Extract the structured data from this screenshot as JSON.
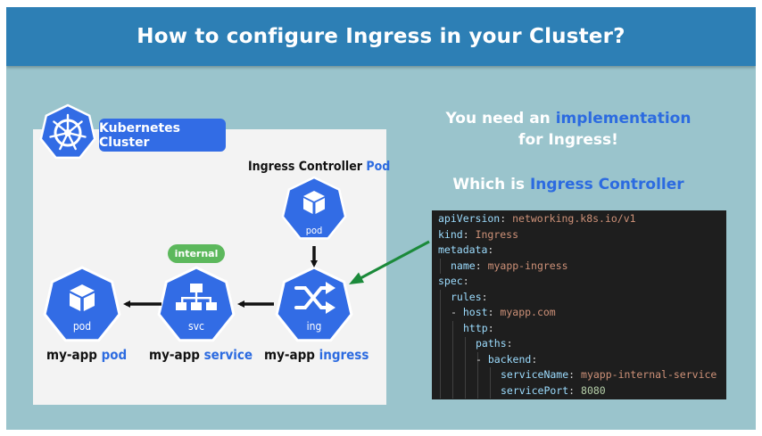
{
  "title": "How to configure Ingress in your Cluster?",
  "cluster": {
    "badge_label": "Kubernetes Cluster",
    "controller_title_prefix": "Ingress Controller ",
    "controller_title_highlight": "Pod",
    "controller_icon_label": "pod",
    "internal_label": "internal",
    "nodes": [
      {
        "icon_label": "pod",
        "name_prefix": "my-app ",
        "name_highlight": "pod"
      },
      {
        "icon_label": "svc",
        "name_prefix": "my-app ",
        "name_highlight": "service"
      },
      {
        "icon_label": "ing",
        "name_prefix": "my-app ",
        "name_highlight": "ingress"
      }
    ]
  },
  "right": {
    "line1_prefix": "You need an ",
    "line1_highlight": "implementation",
    "line2": "for Ingress!",
    "line3_prefix": "Which is ",
    "line3_highlight": "Ingress Controller"
  },
  "code": {
    "lines": [
      {
        "key": "apiVersion",
        "sep": ": ",
        "val": "networking.k8s.io/v1"
      },
      {
        "key": "kind",
        "sep": ": ",
        "val": "Ingress"
      },
      {
        "key": "metadata",
        "sep": ":",
        "val": ""
      },
      {
        "key": "name",
        "sep": ": ",
        "val": "myapp-ingress"
      },
      {
        "key": "spec",
        "sep": ":",
        "val": ""
      },
      {
        "key": "rules",
        "sep": ":",
        "val": ""
      },
      {
        "key": "host",
        "sep": ": ",
        "val": "myapp.com"
      },
      {
        "key": "http",
        "sep": ":",
        "val": ""
      },
      {
        "key": "paths",
        "sep": ":",
        "val": ""
      },
      {
        "key": "backend",
        "sep": ":",
        "val": ""
      },
      {
        "key": "serviceName",
        "sep": ": ",
        "val": "myapp-internal-service"
      },
      {
        "key": "servicePort",
        "sep": ": ",
        "val": "8080"
      }
    ]
  },
  "colors": {
    "title_bar": "#2d7fb5",
    "background": "#9ac4cc",
    "k8s_blue": "#326ce5",
    "arrow_green": "#1b8a3a",
    "internal_green": "#5cb85c"
  }
}
